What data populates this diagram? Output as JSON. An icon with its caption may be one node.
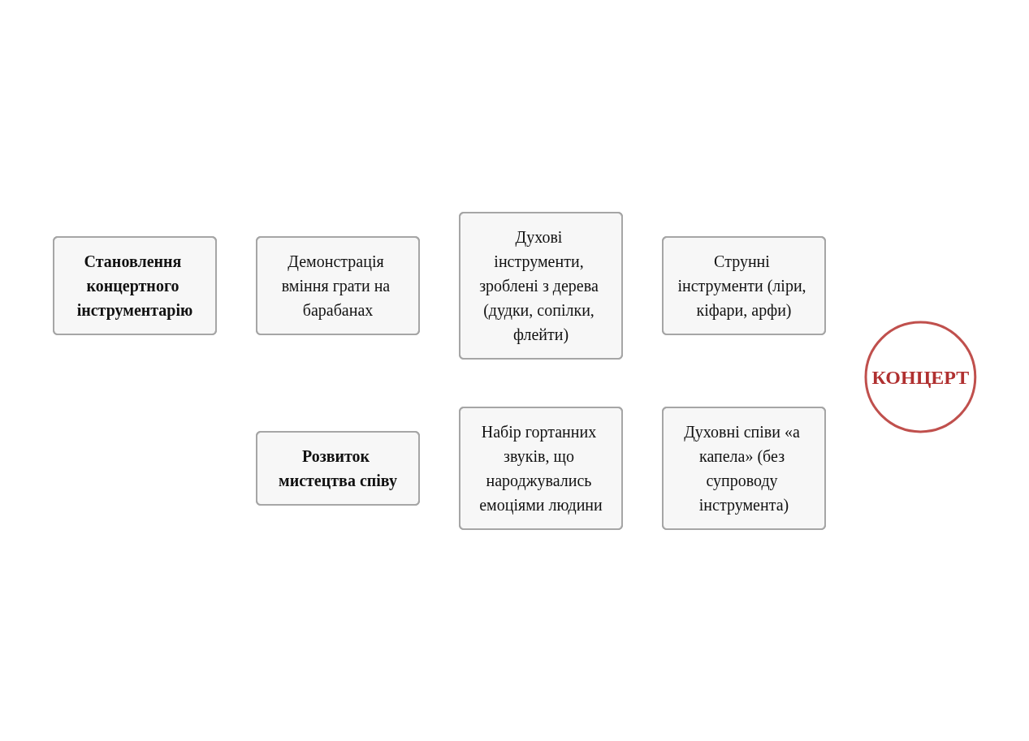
{
  "diagram": {
    "nodes": [
      {
        "text": [
          "Становлення концертного інструментарію"
        ]
      },
      {
        "text": [
          "Демонстрація вміння грати на барабанах"
        ]
      },
      {
        "text": [
          "Духові інструменти, зроблені з дерева (дудки, сопілки, флейти)"
        ]
      },
      {
        "text": [
          "Струнні інструменти (ліри, кіфари, арфи)"
        ]
      },
      {
        "text": [
          "Розвиток мистецтва співу"
        ]
      },
      {
        "text": [
          "Набір гортанних звуків, що народжувались емоціями людини"
        ]
      },
      {
        "text": [
          "Духовні співи «а капела» (без супроводу інструмента)"
        ]
      },
      {
        "text": [
          "КОНЦЕРТ"
        ]
      }
    ],
    "edges": []
  }
}
